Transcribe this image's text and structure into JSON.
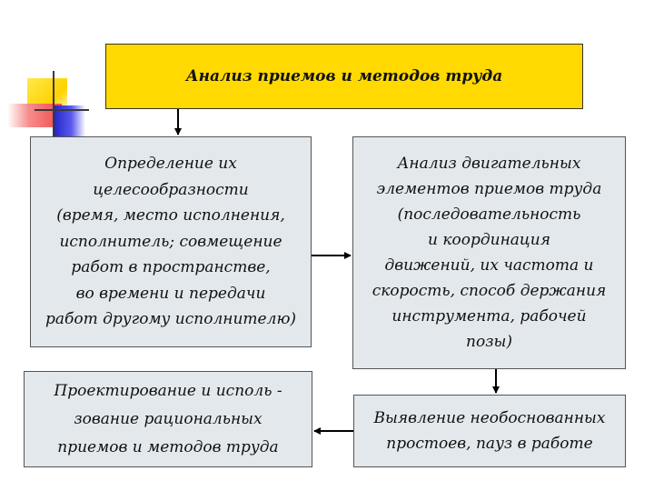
{
  "title": "Анализ приемов и методов труда",
  "boxes": {
    "left_top": "Определение их\nцелесообразности\n(время, место исполнения,\nисполнитель; совмещение\nработ в пространстве,\nво времени и передачи\nработ другому исполнителю)",
    "right_top": "Анализ двигательных\nэлементов приемов труда\n(последовательность\nи координация\nдвижений, их частота и\nскорость, способ держания\nинструмента, рабочей\nпозы)",
    "right_bottom": "Выявление необоснованных\nпростоев, пауз в работе",
    "left_bottom": "Проектирование и исполь -\nзование рациональных\nприемов и методов труда"
  },
  "colors": {
    "title_fill": "#ffd900",
    "box_fill": "#e3e8ec",
    "border": "#555555",
    "arrow": "#000000"
  }
}
